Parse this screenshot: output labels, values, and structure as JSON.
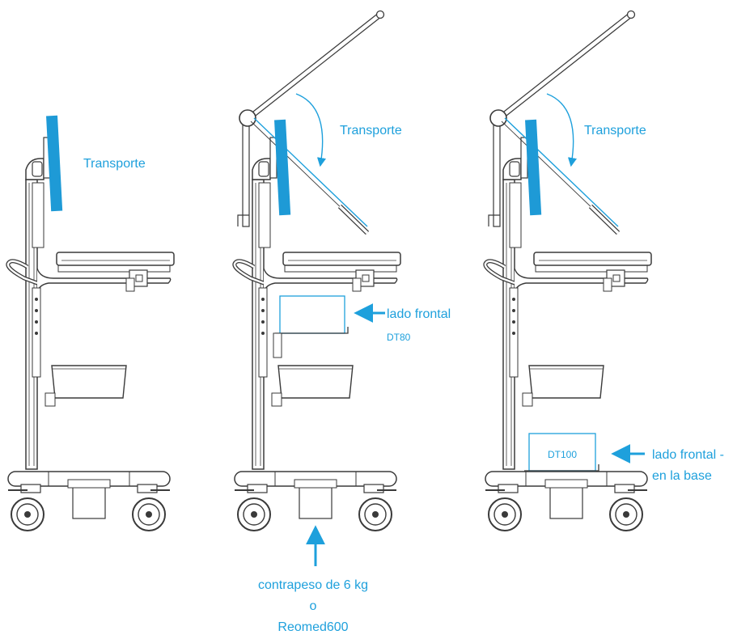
{
  "labels": {
    "transport_1": "Transporte",
    "transport_2": "Transporte",
    "transport_3": "Transporte",
    "front_side": "lado frontal",
    "dt80": "DT80",
    "dt100": "DT100",
    "front_side_base_line1": "lado frontal -",
    "front_side_base_line2": "en la base",
    "counterweight_line1": "contrapeso de 6 kg",
    "counterweight_line2": "o",
    "counterweight_line3": "Reomed600"
  },
  "colors": {
    "accent": "#1ea0dc",
    "monitor_blue": "#1e9ad6",
    "line": "#3a3a3a"
  }
}
